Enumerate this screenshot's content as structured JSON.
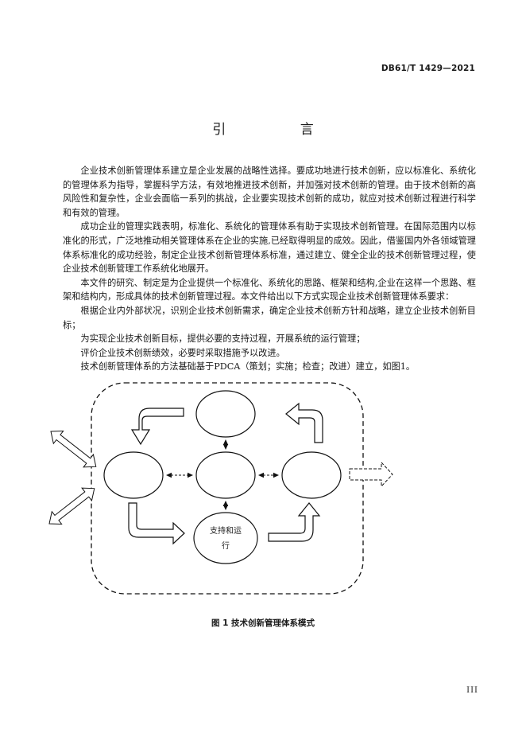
{
  "header": {
    "standard_code": "DB61/T 1429—2021"
  },
  "title": "引    言",
  "paragraphs": [
    "企业技术创新管理体系建立是企业发展的战略性选择。要成功地进行技术创新，应以标准化、系统化的管理体系为指导，掌握科学方法，有效地推进技术创新，并加强对技术创新的管理。由于技术创新的高风险性和复杂性，企业会面临一系列的挑战，企业要实现技术创新的成功，就应对技术创新过程进行科学和有效的管理。",
    "成功企业的管理实践表明，标准化、系统化的管理体系有助于实现技术创新管理。在国际范围内以标准化的形式，广泛地推动相关管理体系在企业的实施,已经取得明显的成效。因此，借鉴国内外各领域管理体系标准化的成功经验，制定企业技术创新管理体系标准，通过建立、健全企业的技术创新管理过程，使企业技术创新管理工作系统化地展开。",
    "本文件的研究、制定是为企业提供一个标准化、系统化的思路、框架和结构,企业在这样一个思路、框架和结构内，形成具体的技术创新管理过程。本文件给出以下方式实现企业技术创新管理体系要求：",
    "根据企业内外部状况，识别企业技术创新需求，确定企业技术创新方针和战略，建立企业技术创新目标；",
    "为实现企业技术创新目标，提供必要的支持过程，开展系统的运行管理；",
    "评价企业技术创新绩效，必要时采取措施予以改进。",
    "技术创新管理体系的方法基础基于PDCA（策划；实施；检查；改进）建立，如图1。"
  ],
  "figure": {
    "support_node_label_line1": "支持和运",
    "support_node_label_line2": "行",
    "caption": "图 1    技术创新管理体系模式"
  },
  "footer": {
    "page_number": "III"
  }
}
